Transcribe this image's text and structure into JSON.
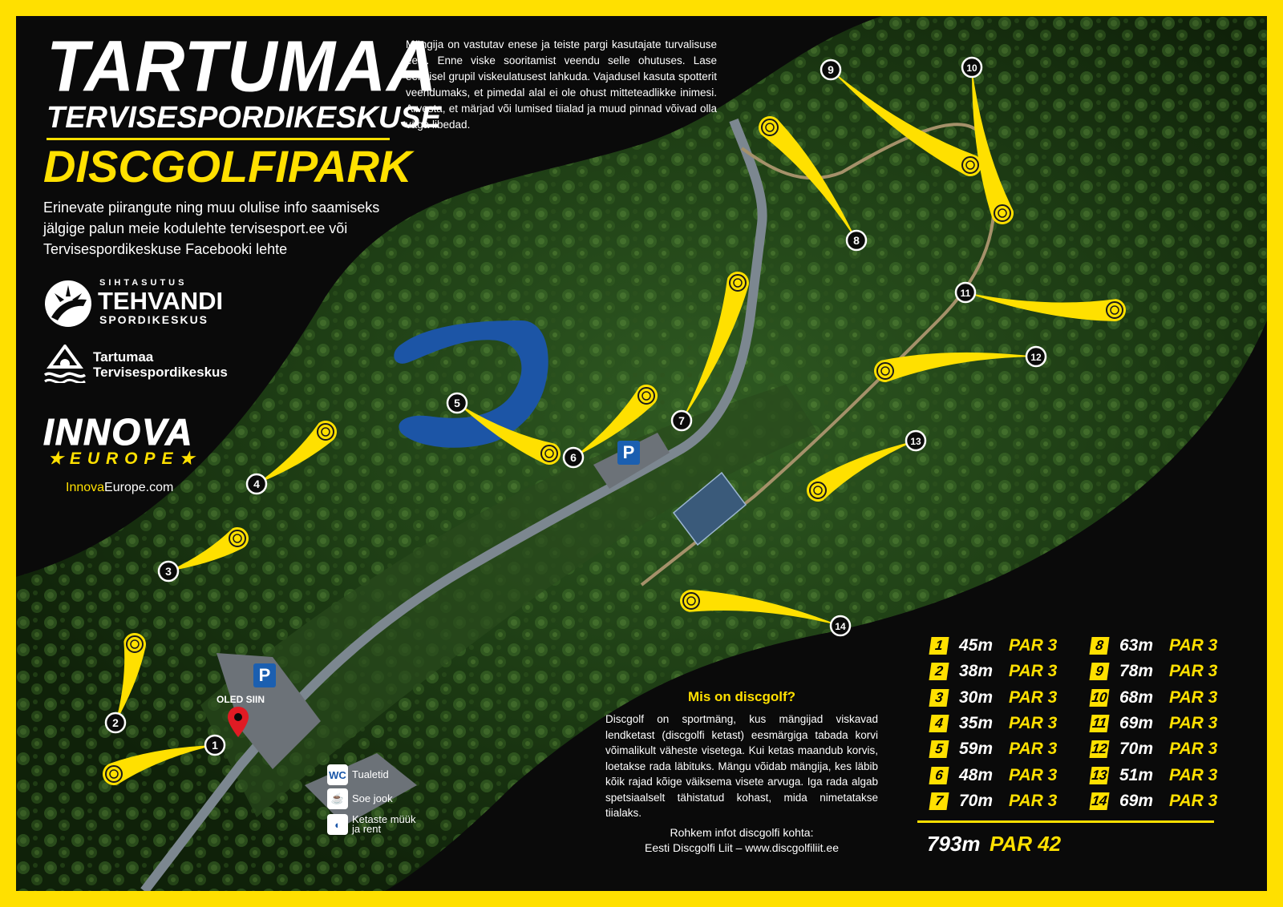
{
  "colors": {
    "frame": "#ffe000",
    "background": "#0a0a0a",
    "forest": "#1f3b14",
    "water": "#1c55a6",
    "fairway": "#ffe000",
    "parking": "#1b5fb0"
  },
  "title": {
    "line1": "TARTUMAA",
    "line2": "TERVISESPORDIKESKUSE",
    "line3": "DISCGOLFIPARK"
  },
  "intro": "Erinevate piirangute ning muu olulise info saamiseks jälgige palun meie kodulehte tervisesport.ee või Tervisespordikeskuse Facebooki lehte",
  "safety_text": "Mängija on vastutav enese ja teiste pargi kasutajate turvalisuse eest. Enne viske sooritamist veendu selle ohutuses. Lase eelmisel grupil viskeulatusest lahkuda. Vajadusel kasuta spotterit veendumaks, et pimedal alal ei ole ohust mitteteadlikke inimesi. Arvesta, et märjad või lumised tiialad ja muud pinnad võivad olla väga libedad.",
  "logos": {
    "tehvandi": {
      "top": "SIHTASUTUS",
      "name": "TEHVANDI",
      "sub": "SPORDIKESKUS"
    },
    "tartumaa": {
      "line1": "Tartumaa",
      "line2": "Tervisespordikeskus"
    },
    "innova": {
      "name": "INNOVA",
      "sub": "EUROPE",
      "url_highlight": "Innova",
      "url_rest": "Europe.com"
    }
  },
  "map": {
    "you_are_here": "OLED SIIN",
    "parking_symbol": "P",
    "holes": [
      {
        "number": "1",
        "distance": "45m",
        "par": "PAR 3"
      },
      {
        "number": "2",
        "distance": "38m",
        "par": "PAR 3"
      },
      {
        "number": "3",
        "distance": "30m",
        "par": "PAR 3"
      },
      {
        "number": "4",
        "distance": "35m",
        "par": "PAR 3"
      },
      {
        "number": "5",
        "distance": "59m",
        "par": "PAR 3"
      },
      {
        "number": "6",
        "distance": "48m",
        "par": "PAR 3"
      },
      {
        "number": "7",
        "distance": "70m",
        "par": "PAR 3"
      },
      {
        "number": "8",
        "distance": "63m",
        "par": "PAR 3"
      },
      {
        "number": "9",
        "distance": "78m",
        "par": "PAR 3"
      },
      {
        "number": "10",
        "distance": "68m",
        "par": "PAR 3"
      },
      {
        "number": "11",
        "distance": "69m",
        "par": "PAR 3"
      },
      {
        "number": "12",
        "distance": "70m",
        "par": "PAR 3"
      },
      {
        "number": "13",
        "distance": "51m",
        "par": "PAR 3"
      },
      {
        "number": "14",
        "distance": "69m",
        "par": "PAR 3"
      }
    ]
  },
  "totals": {
    "distance": "793m",
    "par": "PAR 42"
  },
  "legend": [
    {
      "icon": "wc-icon",
      "symbol": "WC",
      "label": "Tualetid"
    },
    {
      "icon": "coffee-cup-icon",
      "symbol": "☕",
      "label": "Soe jook"
    },
    {
      "icon": "disc-icon",
      "symbol": "◐",
      "label": "Ketaste müük ja rent"
    }
  ],
  "what_is": {
    "title": "Mis on discgolf?",
    "body": "Discgolf on sportmäng, kus mängijad viskavad lendketast (discgolfi ketast) eesmärgiga tabada korvi võimalikult väheste visetega. Kui ketas maandub korvis, loetakse rada läbituks. Mängu võidab mängija, kes läbib kõik rajad kõige väiksema visete arvuga. Iga rada algab spetsiaalselt tähistatud kohast, mida nimetatakse tiialaks.",
    "more_line1": "Rohkem infot discgolfi kohta:",
    "more_line2": "Eesti Discgolfi Liit – www.discgolfiliit.ee"
  }
}
